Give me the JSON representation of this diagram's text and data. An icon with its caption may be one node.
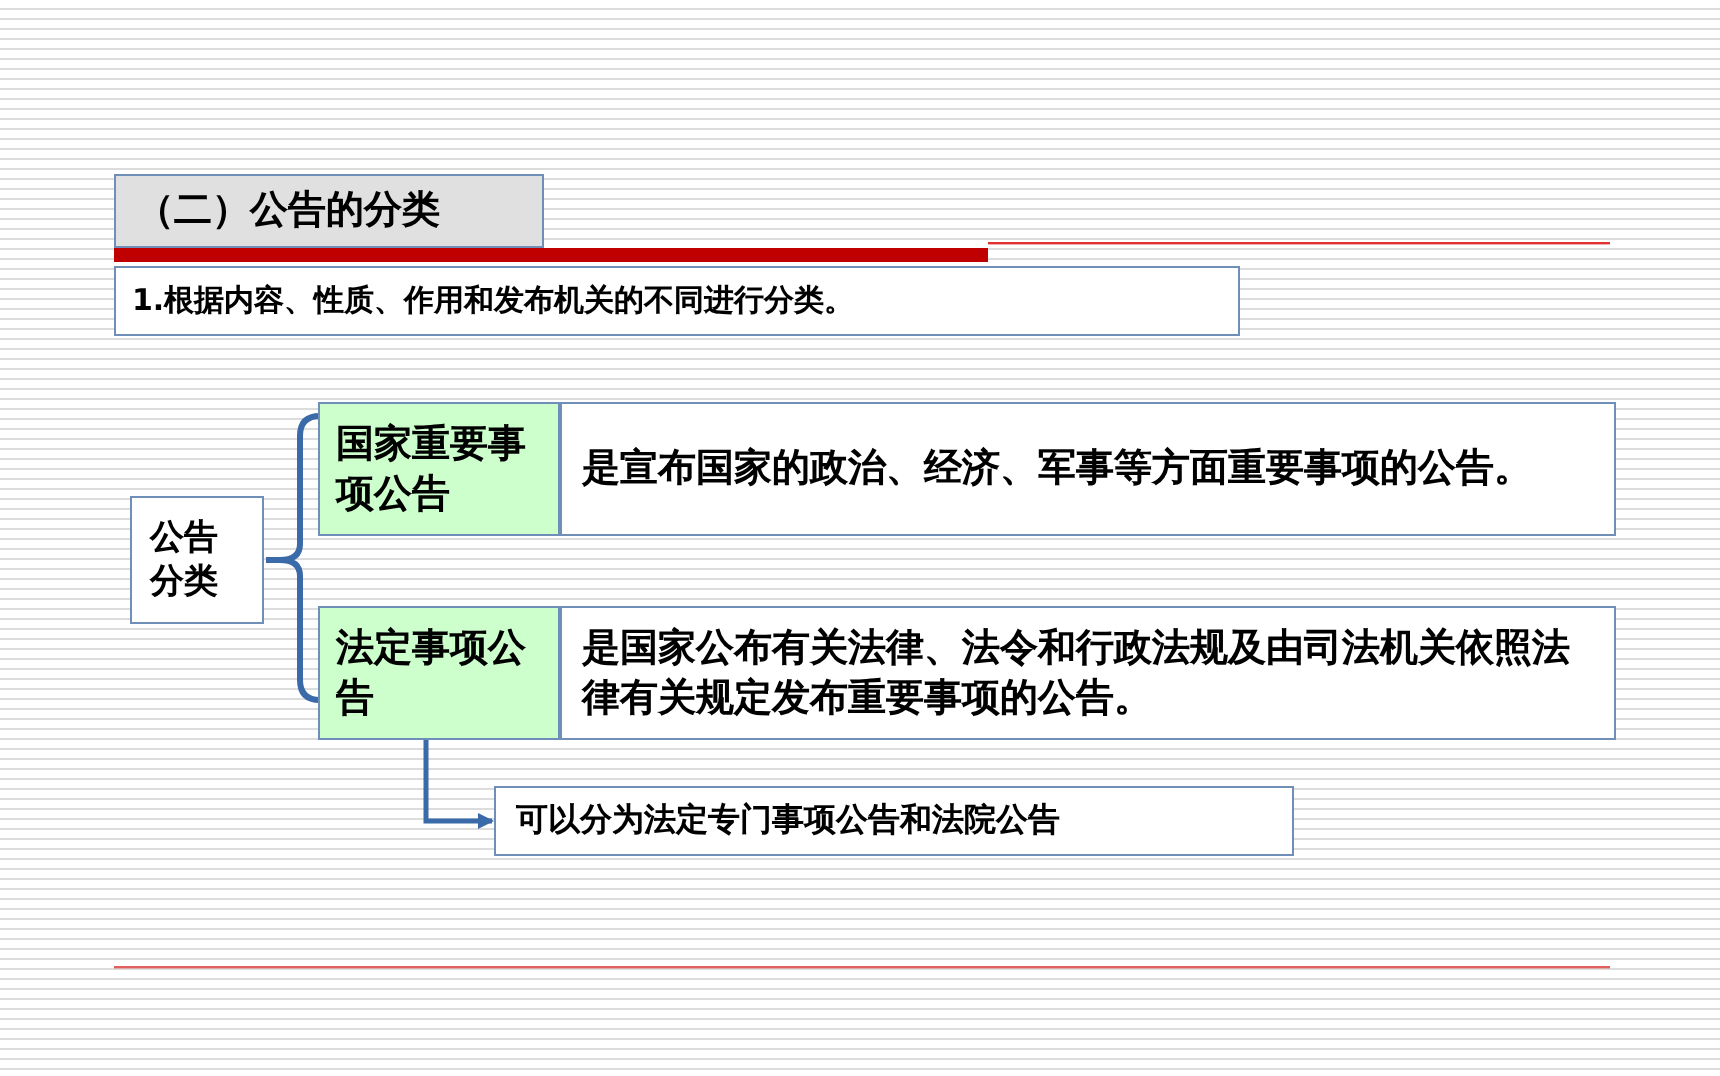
{
  "diagram": {
    "nodes": [
      {
        "text": [
          "（二）公告的分类"
        ]
      },
      {
        "text": [
          "1.根据内容、性质、作用和发布机关的不同进行分类。"
        ]
      },
      {
        "text": [
          "公告分类"
        ]
      },
      {
        "text": [
          "国家重要事项公告"
        ]
      },
      {
        "text": [
          "是宣布国家的政治、经济、军事等方面重要事项的公告。"
        ]
      },
      {
        "text": [
          "法定事项公告"
        ]
      },
      {
        "text": [
          "是国家公布有关法律、法令和行政法规及由司法机关依照法律有关规定发布重要事项的公告。"
        ]
      },
      {
        "text": [
          "可以分为法定专门事项公告和法院公告"
        ]
      }
    ],
    "edges": [
      {
        "from": 5,
        "to": 7,
        "arrow": "to"
      }
    ]
  }
}
